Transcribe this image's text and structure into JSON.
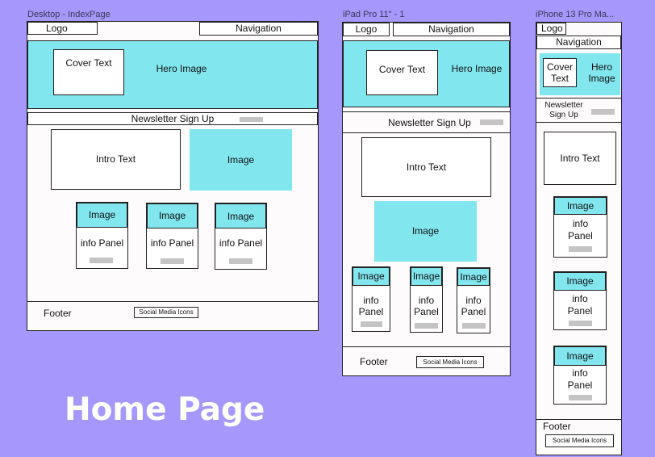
{
  "canvas": {
    "background": "#a597fb",
    "accent": "#81e6ee"
  },
  "title": "Home Page",
  "desktop": {
    "frame_label": "Desktop - IndexPage",
    "logo": "Logo",
    "navigation": "Navigation",
    "cover_text": "Cover Text",
    "hero_image": "Hero Image",
    "newsletter": "Newsletter Sign Up",
    "intro_text": "Intro Text",
    "image": "Image",
    "cards": [
      {
        "image": "Image",
        "panel": "info Panel"
      },
      {
        "image": "Image",
        "panel": "info Panel"
      },
      {
        "image": "Image",
        "panel": "info Panel"
      }
    ],
    "footer": "Footer",
    "social": "Social Media Icons"
  },
  "ipad": {
    "frame_label": "iPad Pro 11\" - 1",
    "logo": "Logo",
    "navigation": "Navigation",
    "cover_text": "Cover Text",
    "hero_image": "Hero Image",
    "newsletter": "Newsletter Sign Up",
    "intro_text": "Intro Text",
    "image": "Image",
    "cards": [
      {
        "image": "Image",
        "panel_1": "info",
        "panel_2": "Panel"
      },
      {
        "image": "Image",
        "panel_1": "info",
        "panel_2": "Panel"
      },
      {
        "image": "Image",
        "panel_1": "info",
        "panel_2": "Panel"
      }
    ],
    "footer": "Footer",
    "social": "Social Media Icons"
  },
  "iphone": {
    "frame_label": "iPhone 13 Pro Ma...",
    "logo": "Logo",
    "navigation": "Navigation",
    "cover_text_1": "Cover",
    "cover_text_2": "Text",
    "hero_image_1": "Hero",
    "hero_image_2": "Image",
    "newsletter_1": "Newsletter",
    "newsletter_2": "Sign Up",
    "intro_text": "Intro Text",
    "cards": [
      {
        "image": "Image",
        "panel_1": "info",
        "panel_2": "Panel"
      },
      {
        "image": "Image",
        "panel_1": "info",
        "panel_2": "Panel"
      },
      {
        "image": "Image",
        "panel_1": "info",
        "panel_2": "Panel"
      }
    ],
    "footer": "Footer",
    "social": "Social Media Icons"
  }
}
